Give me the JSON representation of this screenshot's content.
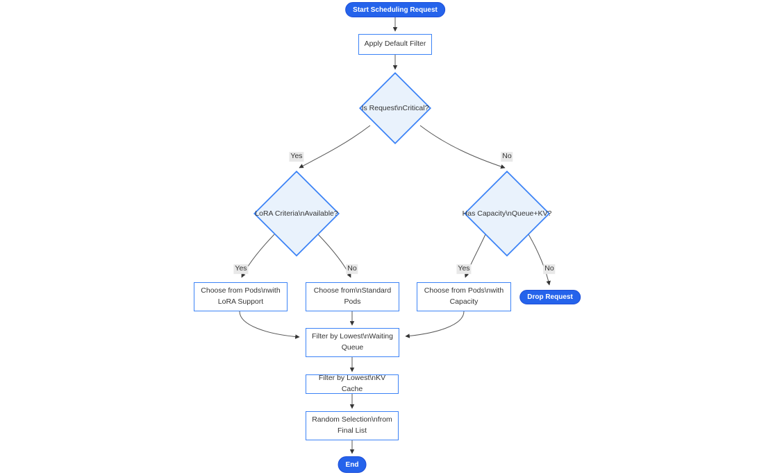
{
  "nodes": {
    "start": "Start Scheduling Request",
    "apply_filter": "Apply Default Filter",
    "is_critical": "Is Request\\nCritical?",
    "lora_criteria": "LoRA Criteria\\nAvailable?",
    "has_capacity": "Has Capacity\\nQueue+KV?",
    "choose_lora_pods": "Choose from Pods\\nwith LoRA Support",
    "choose_standard_pods": "Choose from\\nStandard Pods",
    "choose_capacity_pods": "Choose from Pods\\nwith Capacity",
    "drop_request": "Drop Request",
    "filter_waiting_queue": "Filter by Lowest\\nWaiting Queue",
    "filter_kv_cache": "Filter by Lowest\\nKV Cache",
    "random_selection": "Random Selection\\nfrom Final List",
    "end": "End"
  },
  "edge_labels": {
    "critical_yes": "Yes",
    "critical_no": "No",
    "lora_yes": "Yes",
    "lora_no": "No",
    "capacity_yes": "Yes",
    "capacity_no": "No"
  },
  "colors": {
    "pill_fill": "#2563eb",
    "pill_border": "#1d4ed8",
    "node_border": "#3b82f6",
    "node_fill": "#ffffff",
    "decision_fill": "#e9f2fc",
    "edge": "#555555",
    "edge_dark": "#333333",
    "edge_label_bg": "#e8e8e8",
    "text": "#333333"
  }
}
